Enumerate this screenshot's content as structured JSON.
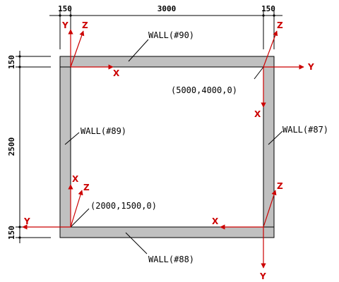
{
  "colors": {
    "wall_fill": "#c0c0c0",
    "wall_stroke": "#000000",
    "axis": "#cc0000",
    "dim": "#000000"
  },
  "dimensions": {
    "top": [
      "150",
      "3000",
      "150"
    ],
    "left": [
      "150",
      "2500",
      "150"
    ]
  },
  "walls": [
    {
      "id": "wall-90",
      "label": "WALL(#90)"
    },
    {
      "id": "wall-89",
      "label": "WALL(#89)"
    },
    {
      "id": "wall-87",
      "label": "WALL(#87)"
    },
    {
      "id": "wall-88",
      "label": "WALL(#88)"
    }
  ],
  "coordinates": {
    "origin_1": "(5000,4000,0)",
    "origin_2": "(2000,1500,0)"
  },
  "axes": {
    "x": "X",
    "y": "Y",
    "z": "Z"
  }
}
